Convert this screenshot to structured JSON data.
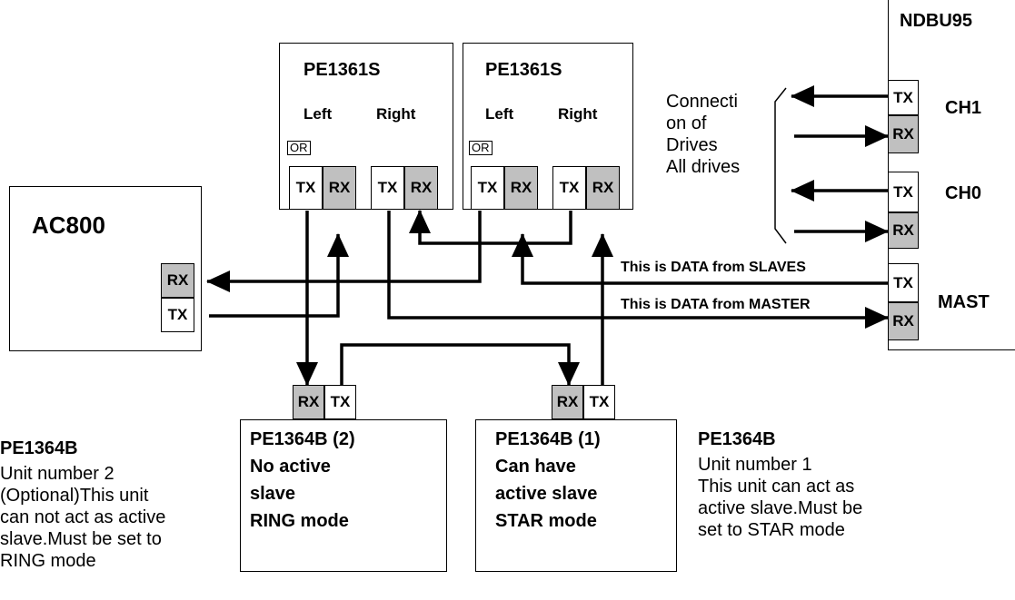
{
  "devices": {
    "ac800": {
      "label": "AC800",
      "rx": "RX",
      "tx": "TX"
    },
    "pe1361s_a": {
      "label": "PE1361S",
      "left": "Left",
      "right": "Right",
      "or": "OR",
      "ports": [
        "TX",
        "RX",
        "TX",
        "RX"
      ]
    },
    "pe1361s_b": {
      "label": "PE1361S",
      "left": "Left",
      "right": "Right",
      "or": "OR",
      "ports": [
        "TX",
        "RX",
        "TX",
        "RX"
      ]
    },
    "ndbu95": {
      "label": "NDBU95",
      "ch1": "CH1",
      "ch0": "CH0",
      "mast": "MAST",
      "ports": [
        "TX",
        "RX",
        "TX",
        "RX",
        "TX",
        "RX"
      ]
    },
    "pe1364b_2": {
      "line1": "PE1364B (2)",
      "line2": "No active",
      "line3": "slave",
      "line4": "RING mode",
      "rx": "RX",
      "tx": "TX"
    },
    "pe1364b_1": {
      "line1": "PE1364B (1)",
      "line2": "Can have",
      "line3": "active slave",
      "line4": "STAR mode",
      "rx": "RX",
      "tx": "TX"
    }
  },
  "labels": {
    "data_from_slaves": "This is DATA from SLAVES",
    "data_from_master": "This is DATA from MASTER",
    "connection_note": "Connecti\non of\nDrives\nAll drives"
  },
  "notes": {
    "left": {
      "title": "PE1364B",
      "body": "Unit number 2\n(Optional)This unit\ncan not act as active\nslave.Must be set to\nRING mode"
    },
    "right": {
      "title": "PE1364B",
      "body": "Unit number 1\nThis unit can act as\nactive slave.Must be\nset to STAR mode"
    }
  }
}
